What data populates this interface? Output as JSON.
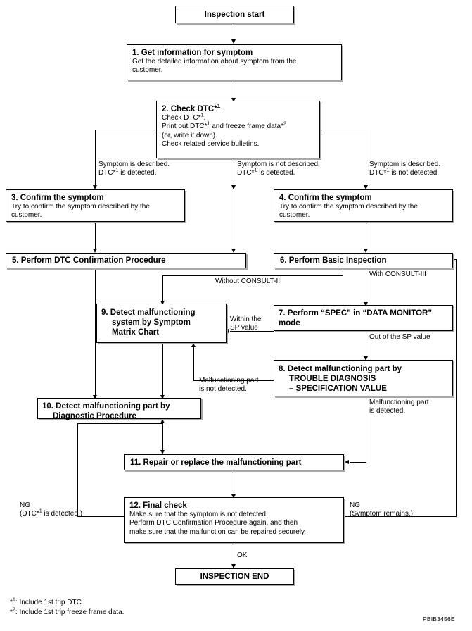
{
  "figure": {
    "id": "PBIB3456E",
    "type": "flowchart",
    "title": "Inspection / Trouble Diagnosis Work Flow"
  },
  "nodes": {
    "start": {
      "label": "Inspection start"
    },
    "n1": {
      "title": "1. Get information for symptom",
      "body": "Get the detailed information about symptom from the\ncustomer."
    },
    "n2": {
      "title": "2. Check DTC*1",
      "body": "Check DTC*1.\nPrint out DTC*1 and freeze frame data*2\n(or, write it down).\nCheck related service bulletins."
    },
    "n3": {
      "title": "3. Confirm the symptom",
      "body": "Try to confirm the symptom described by the\ncustomer."
    },
    "n4": {
      "title": "4. Confirm the symptom",
      "body": "Try to confirm the symptom described by the\ncustomer."
    },
    "n5": {
      "title": "5. Perform DTC Confirmation Procedure"
    },
    "n6": {
      "title": "6. Perform Basic Inspection"
    },
    "n7": {
      "title": "7. Perform “SPEC” in “DATA MONITOR”\nmode"
    },
    "n8": {
      "title": "8. Detect malfunctioning part by\nTROUBLE DIAGNOSIS\n– SPECIFICATION VALUE"
    },
    "n9": {
      "title": "9. Detect malfunctioning\nsystem by Symptom\nMatrix Chart"
    },
    "n10": {
      "title": "10. Detect malfunctioning part by\nDiagnostic Procedure"
    },
    "n11": {
      "title": "11. Repair or replace the malfunctioning part"
    },
    "n12": {
      "title": "12. Final check",
      "body": "Make sure that the symptom is not detected.\nPerform DTC Confirmation Procedure again, and then\nmake sure that the malfunction can be repaired securely."
    },
    "end": {
      "label": "INSPECTION END"
    }
  },
  "edge_labels": {
    "branch_left": "Symptom is described.\nDTC*1 is detected.",
    "branch_mid": "Symptom is not described.\nDTC*1 is detected.",
    "branch_right": "Symptom is described.\nDTC*1 is not detected.",
    "without_consult": "Without CONSULT-III",
    "with_consult": "With CONSULT-III",
    "within_sp": "Within the\nSP value",
    "out_of_sp": "Out of the SP value",
    "part_detected": "Malfunctioning part\nis detected.",
    "part_not_detected": "Malfunctioning part\nis not detected.",
    "ng_left": "NG\n(DTC*1 is detected.)",
    "ng_right": "NG\n(Symptom remains.)",
    "ok": "OK"
  },
  "footnotes": [
    "*1: Include 1st trip DTC.",
    "*2: Include 1st trip freeze frame data."
  ],
  "colors": {
    "line": "#000000",
    "shadow": "#a8a8a8",
    "background": "#ffffff"
  }
}
